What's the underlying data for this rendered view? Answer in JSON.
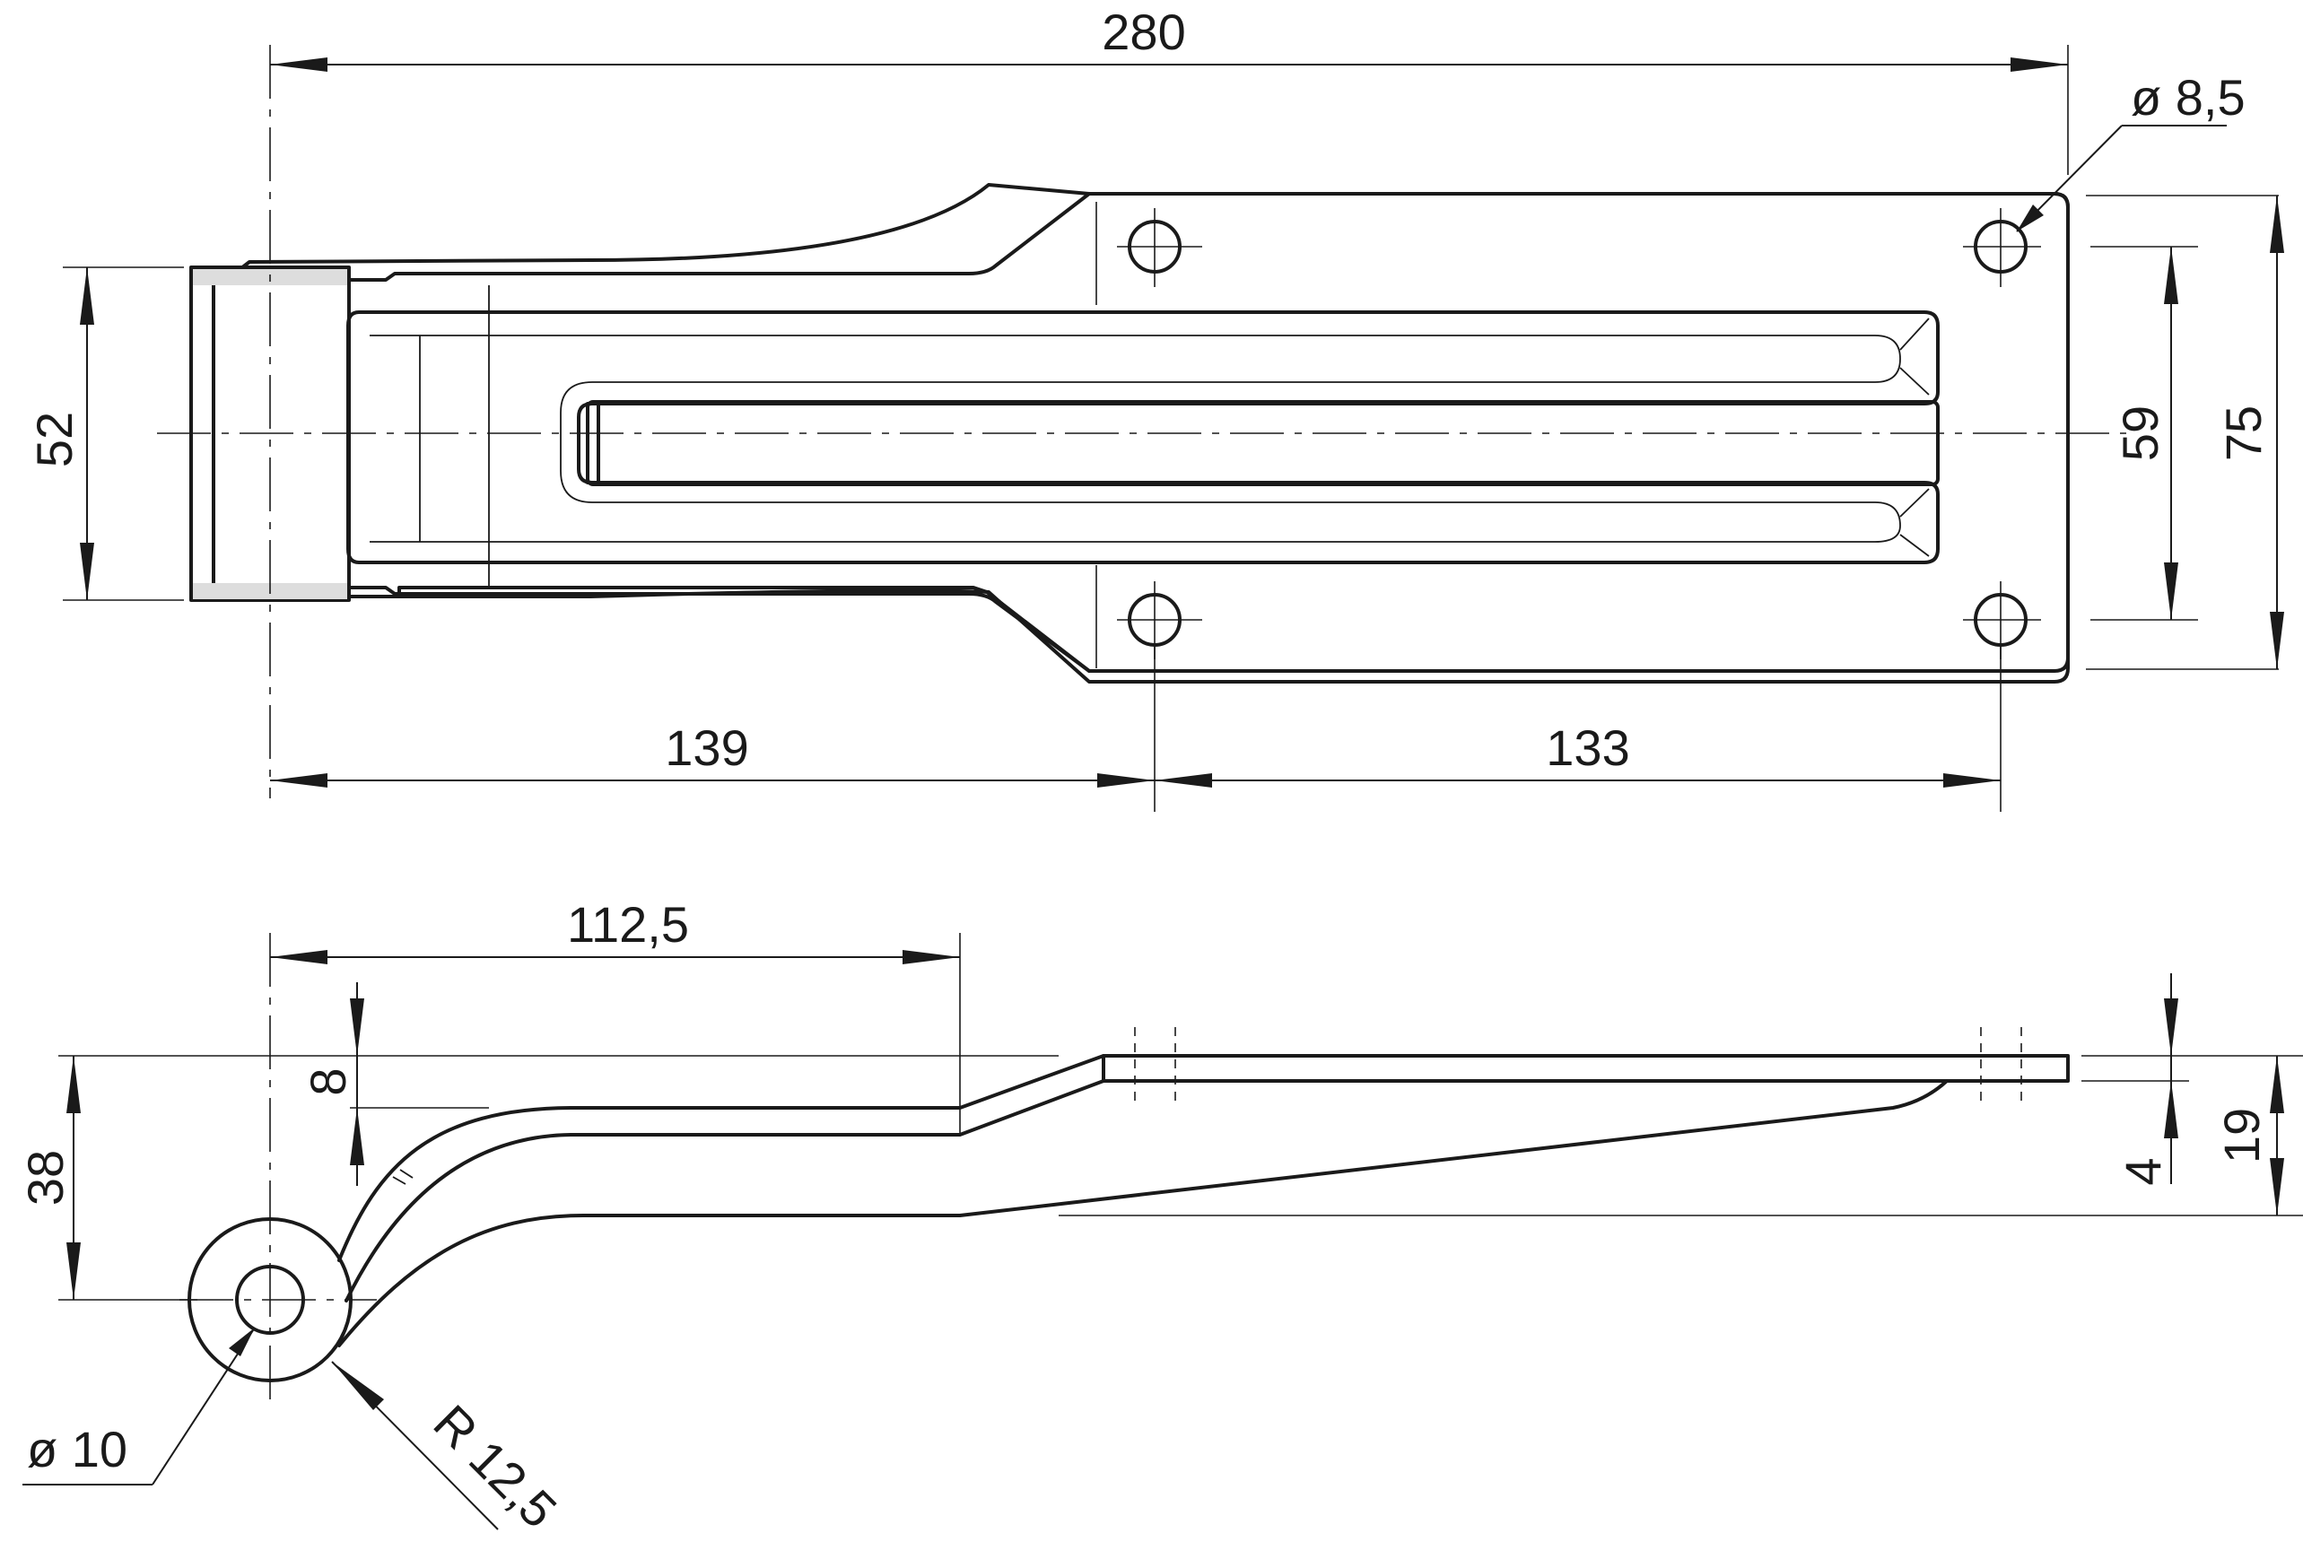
{
  "top_view": {
    "overall_length": "280",
    "hole_diameter": "ø 8,5",
    "leaf_width": "52",
    "hole_spacing_vertical": "59",
    "plate_height": "75",
    "pin_to_holes": "139",
    "hole_spacing_horizontal": "133"
  },
  "side_view": {
    "horizontal_offset": "112,5",
    "rise": "8",
    "pin_height": "38",
    "plate_thickness": "4",
    "total_height": "19",
    "pin_diameter": "ø 10",
    "bend_radius": "R 12,5"
  },
  "colors": {
    "line": "#1a1a1a",
    "background": "#ffffff"
  }
}
